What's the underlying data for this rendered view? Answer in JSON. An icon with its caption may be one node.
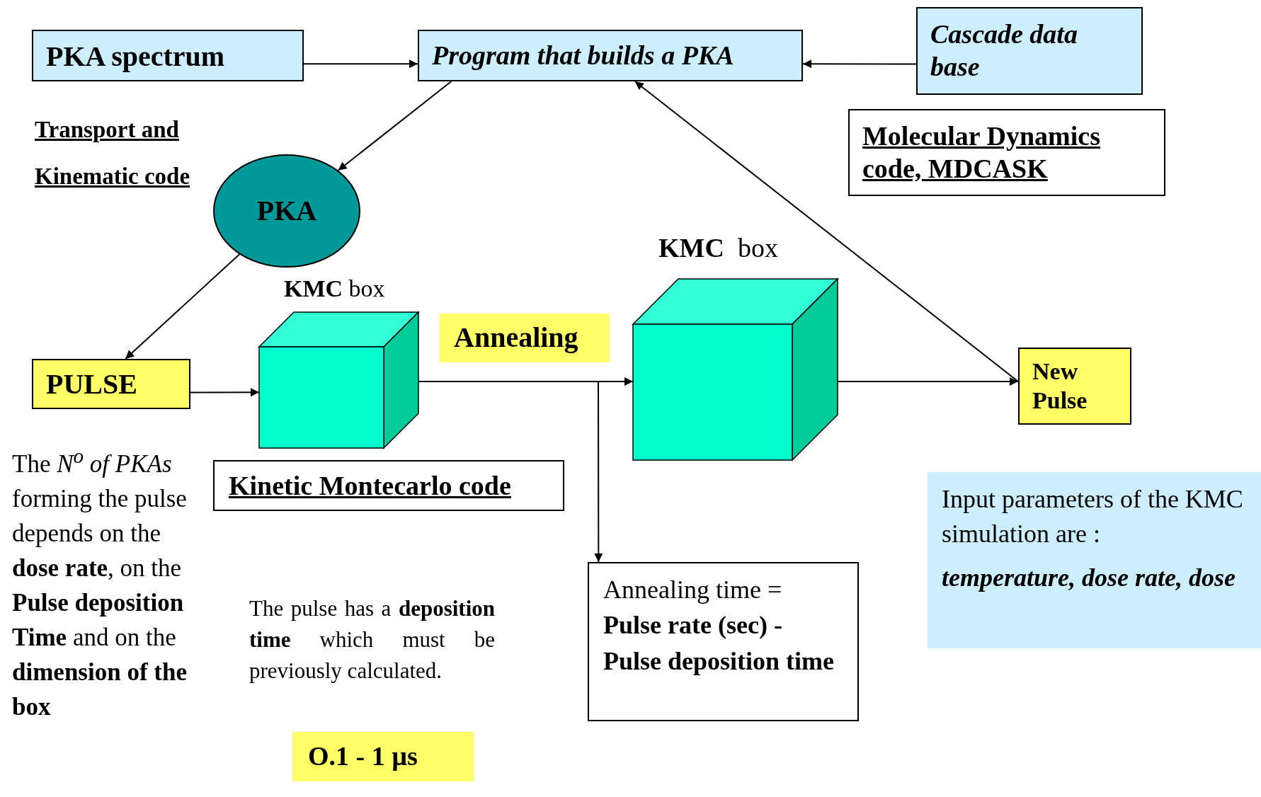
{
  "diagram": {
    "nodes": [
      {
        "text": [
          "PKA spectrum"
        ]
      },
      {
        "text": [
          "Program that builds a PKA"
        ]
      },
      {
        "text": [
          "Cascade data base"
        ]
      },
      {
        "text": [
          "Molecular Dynamics code, MDCASK"
        ]
      },
      {
        "text": [
          "PKA"
        ]
      },
      {
        "text": [
          "PULSE"
        ]
      },
      {
        "text": [],
        "shape": "cube",
        "beside": [
          "**KMC** box"
        ]
      },
      {
        "text": [
          "Annealing"
        ]
      },
      {
        "text": [],
        "shape": "cube",
        "beside": [
          "**KMC**  box"
        ]
      },
      {
        "text": [
          "New Pulse"
        ]
      },
      {
        "text": [
          "Kinetic Montecarlo code"
        ]
      },
      {
        "text": [
          "Annealing time = **Pulse rate (sec) - Pulse deposition time**"
        ]
      },
      {
        "text": [
          "Input parameters of the KMC simulation are :",
          "temperature, dose rate, dose"
        ]
      },
      {
        "text": [
          "O.1 - 1 µs"
        ]
      }
    ],
    "edges": [
      {
        "from": 0,
        "to": 1,
        "arrow": "to"
      },
      {
        "from": 2,
        "to": 1,
        "arrow": "to"
      },
      {
        "from": 1,
        "to": 4,
        "arrow": "to"
      },
      {
        "from": 4,
        "to": 5,
        "arrow": "to"
      },
      {
        "from": 5,
        "to": 6,
        "arrow": "to"
      },
      {
        "from": 6,
        "to": 8,
        "arrow": "to"
      },
      {
        "from": 6,
        "to": 11,
        "arrow": "to"
      },
      {
        "from": 8,
        "to": 9,
        "arrow": "to"
      },
      {
        "from": 9,
        "to": 1,
        "arrow": "to"
      }
    ],
    "labels": [
      "Transport and Kinematic code",
      "The *N$^{o}$ of PKAs* forming the pulse depends on the **dose rate**, on the **Pulse deposition Time** and on the **dimension of the box**",
      "The pulse has a **deposition time** which must be previously calculated."
    ]
  }
}
